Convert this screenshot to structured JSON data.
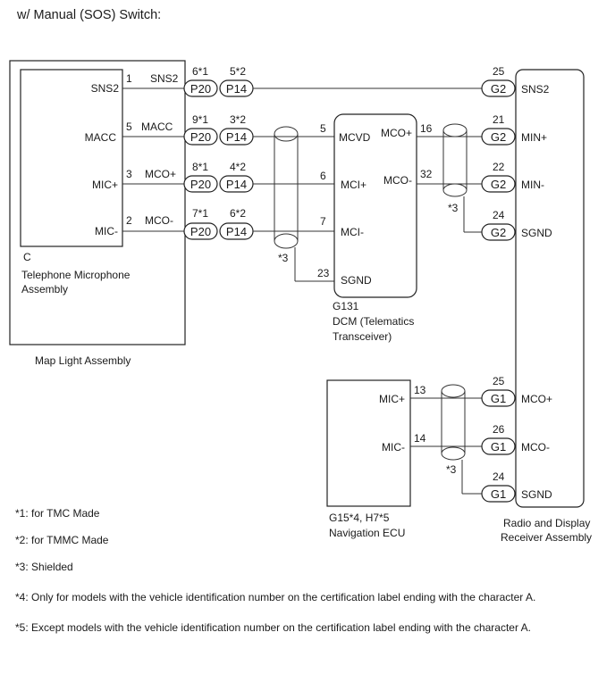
{
  "heading": "w/ Manual (SOS) Switch:",
  "components": {
    "map_light": {
      "name": "Map Light Assembly"
    },
    "tel_mic": {
      "code": "C",
      "name_line1": "Telephone Microphone",
      "name_line2": "Assembly",
      "pins": [
        "SNS2",
        "MACC",
        "MIC+",
        "MIC-"
      ]
    },
    "dcm": {
      "code": "G131",
      "name_line1": "DCM (Telematics",
      "name_line2": "Transceiver)",
      "pins_left": [
        "MCVD",
        "MCI+",
        "MCI-",
        "SGND"
      ],
      "pins_right": [
        "MCO+",
        "MCO-"
      ]
    },
    "nav": {
      "code": "G15*4, H7*5",
      "name": "Navigation ECU",
      "pins": [
        "MIC+",
        "MIC-"
      ]
    },
    "radio": {
      "name_line1": "Radio and Display",
      "name_line2": "Receiver Assembly",
      "pins": [
        "SNS2",
        "MIN+",
        "MIN-",
        "SGND",
        "MCO+",
        "MCO-",
        "SGND"
      ]
    }
  },
  "wires": [
    {
      "mic_pin_no": "1",
      "signal": "SNS2",
      "p20_pin": "6*1",
      "p14_pin": "5*2"
    },
    {
      "mic_pin_no": "5",
      "signal": "MACC",
      "p20_pin": "9*1",
      "p14_pin": "3*2"
    },
    {
      "mic_pin_no": "3",
      "signal": "MCO+",
      "p20_pin": "8*1",
      "p14_pin": "4*2"
    },
    {
      "mic_pin_no": "2",
      "signal": "MCO-",
      "p20_pin": "7*1",
      "p14_pin": "6*2"
    }
  ],
  "connectors": {
    "p20": "P20",
    "p14": "P14",
    "g2": "G2",
    "g1": "G1"
  },
  "pin_numbers": {
    "dcm_left": [
      "5",
      "6",
      "7",
      "23"
    ],
    "dcm_right": [
      "16",
      "32"
    ],
    "g2": [
      "25",
      "21",
      "22",
      "24"
    ],
    "nav": [
      "13",
      "14"
    ],
    "g1": [
      "25",
      "26",
      "24"
    ]
  },
  "shield_mark": "*3",
  "notes": [
    "*1: for TMC Made",
    "*2: for TMMC Made",
    "*3: Shielded",
    "*4: Only for models with the vehicle identification number on the certification label ending with the character A.",
    "*5: Except models with the vehicle identification number on the certification label ending with the character A."
  ]
}
